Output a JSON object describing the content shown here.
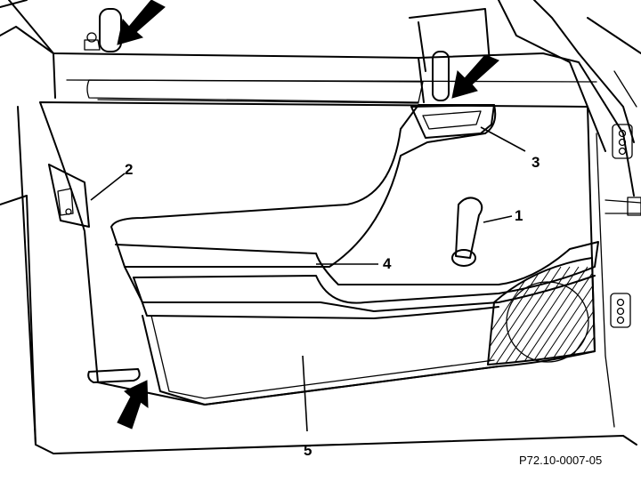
{
  "callouts": {
    "c1": "1",
    "c2": "2",
    "c3": "3",
    "c4": "4",
    "c5": "5"
  },
  "reference_code": "P72.10-0007-05"
}
